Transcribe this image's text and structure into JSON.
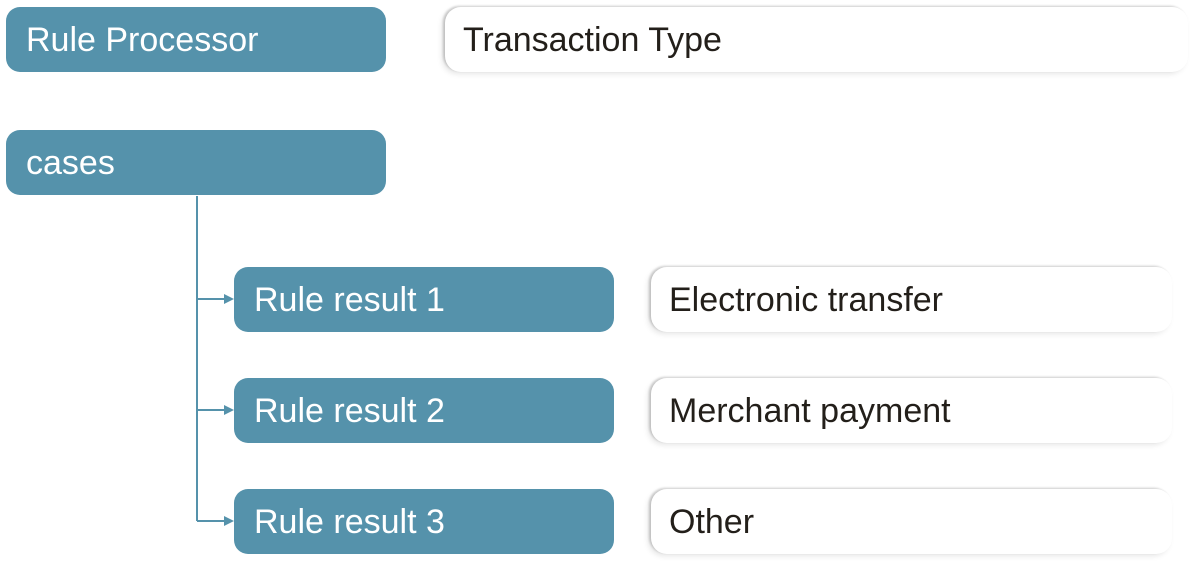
{
  "header": {
    "processor_label": "Rule Processor",
    "processor_value": "Transaction Type"
  },
  "cases": {
    "label": "cases",
    "rules": [
      {
        "label": "Rule result 1",
        "value": "Electronic transfer"
      },
      {
        "label": "Rule result 2",
        "value": "Merchant payment"
      },
      {
        "label": "Rule result 3",
        "value": "Other"
      }
    ]
  },
  "colors": {
    "pill_fill": "#5592ab",
    "connector": "#5592ab",
    "value_text": "#231f1a"
  }
}
